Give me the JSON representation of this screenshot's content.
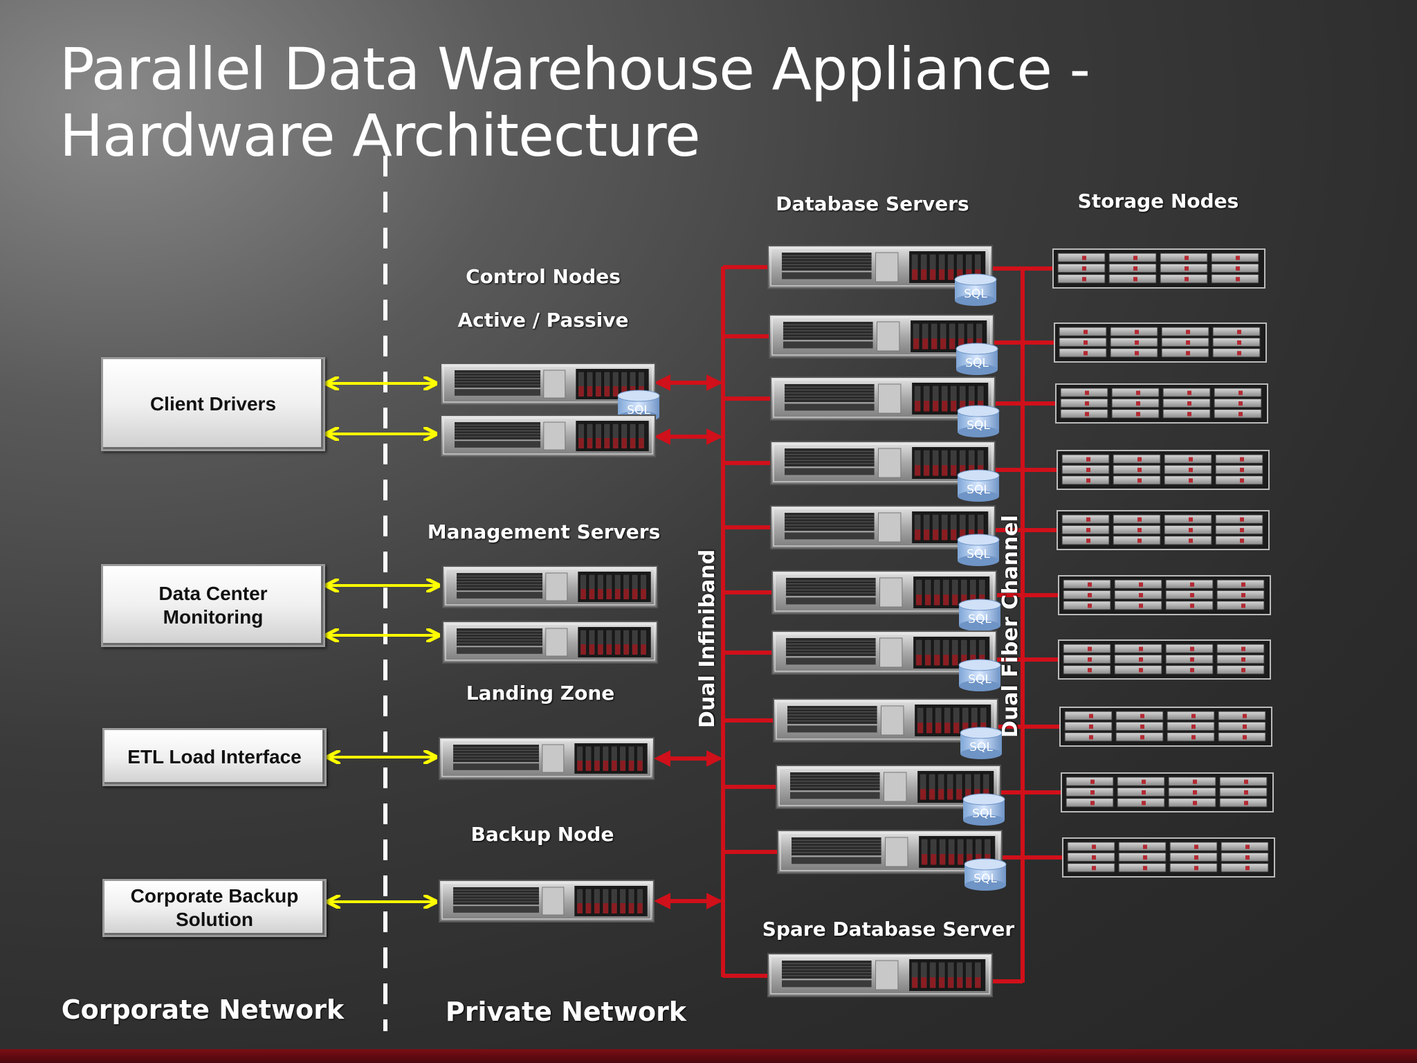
{
  "title": "Parallel Data Warehouse Appliance - Hardware Architecture",
  "labels": {
    "control_nodes": "Control Nodes",
    "active_passive": "Active / Passive",
    "management_servers": "Management Servers",
    "landing_zone": "Landing Zone",
    "backup_node": "Backup Node",
    "database_servers": "Database Servers",
    "storage_nodes": "Storage Nodes",
    "spare_database_server": "Spare  Database Server",
    "dual_infiniband": "Dual Infiniband",
    "dual_fiber_channel": "Dual Fiber Channel",
    "corporate_network": "Corporate Network",
    "private_network": "Private Network"
  },
  "boxes": {
    "client_drivers": "Client Drivers",
    "data_center_monitoring": "Data Center\nMonitoring",
    "etl_load_interface": "ETL Load Interface",
    "corporate_backup_solution": "Corporate Backup\nSolution"
  },
  "sql_badge": "SQL",
  "counts": {
    "database_servers": 10,
    "storage_nodes": 10,
    "control_nodes": 2,
    "management_servers": 2
  },
  "colors": {
    "connector_red": "#d0101a",
    "arrow_yellow": "#ffff00",
    "divider_white": "#ffffff",
    "text": "#ffffff"
  }
}
